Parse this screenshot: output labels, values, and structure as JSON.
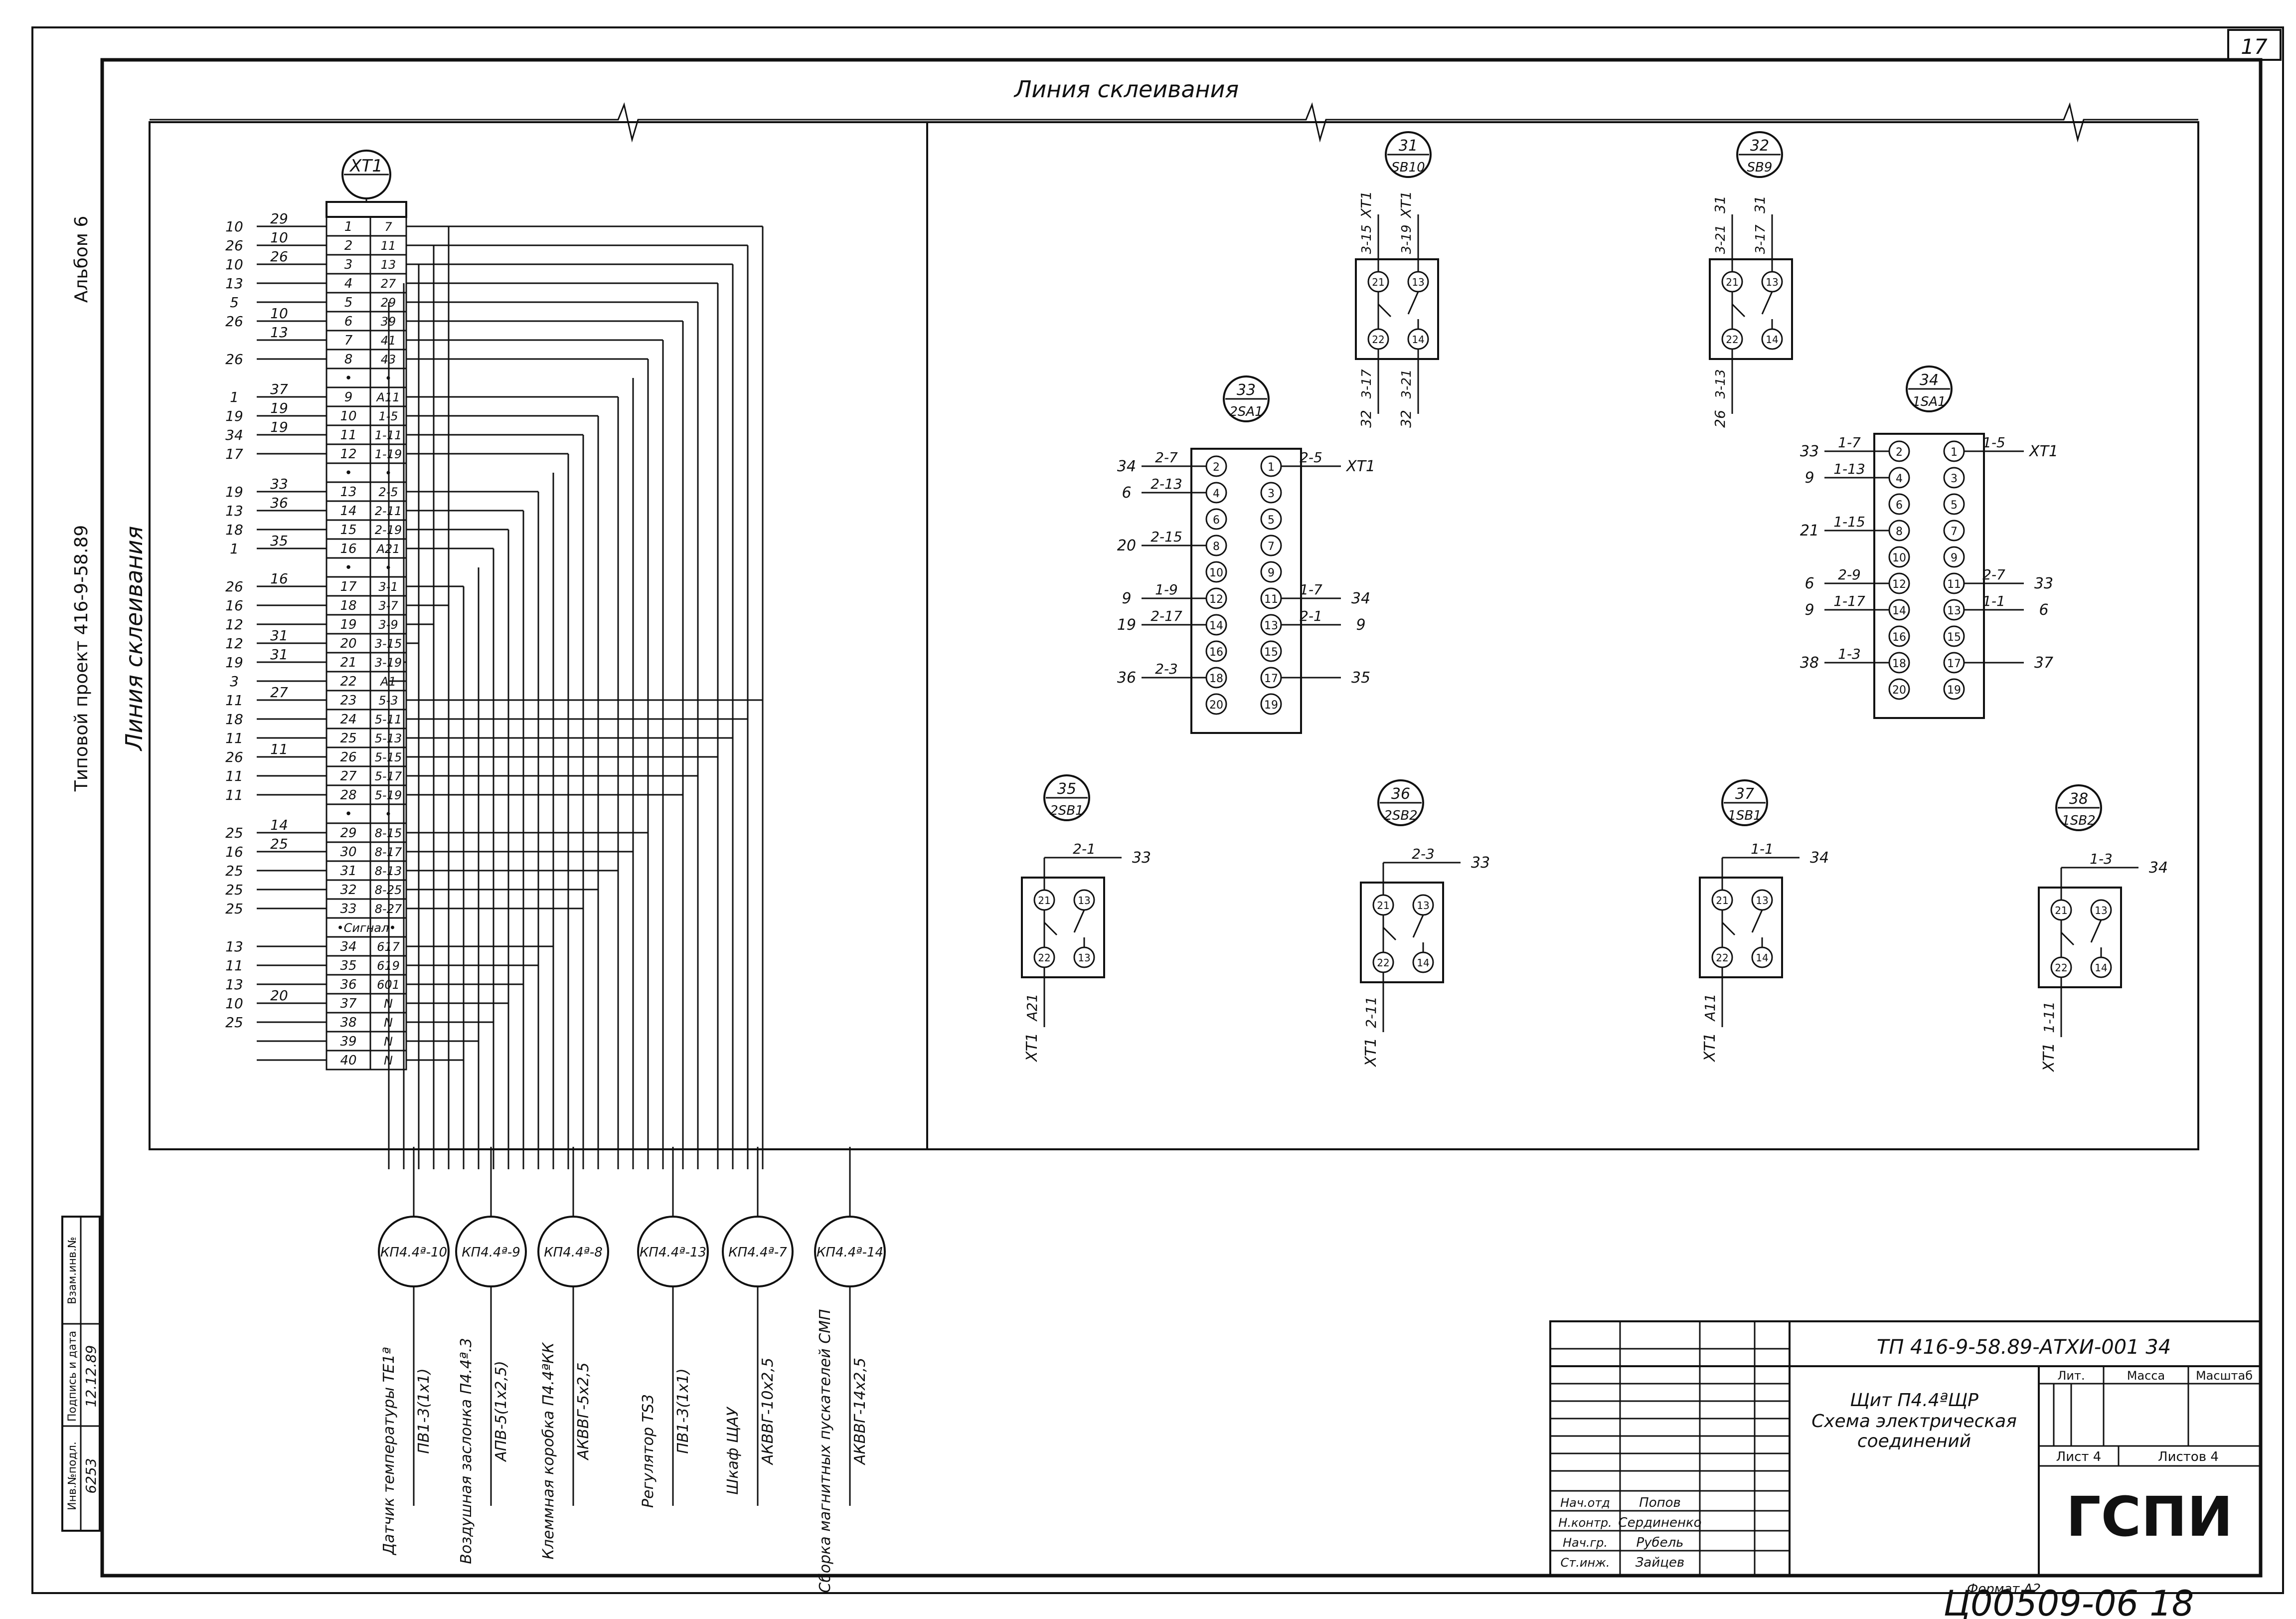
{
  "sheet": {
    "page_number": "17",
    "album": "Альбом 6",
    "project": "Типовой проект 416-9-58.89",
    "glue_line": "Линия склеивания",
    "format": "Формат А2",
    "inventory": "Ц00509-06  18"
  },
  "stamp_left": {
    "inv_label": "Инв.№подл.",
    "sign_label": "Подпись и дата",
    "vzam_label": "Взам.инв.№",
    "inv_value": "6253",
    "date_value": "12.12.89"
  },
  "title_block": {
    "code": "ТП 416-9-58.89-АТХИ-001 34",
    "title": "Щит П4.4ªЩР",
    "subtitle_1": "Схема электрическая",
    "subtitle_2": "соединений",
    "lit": "Лит.",
    "mass": "Масса",
    "scale": "Масштаб",
    "sheet": "Лист 4",
    "sheets": "Листов 4",
    "org": "ГСПИ",
    "roles": [
      {
        "role": "Нач.отд",
        "name": "Попов"
      },
      {
        "role": "Н.контр.",
        "name": "Сердиненко"
      },
      {
        "role": "Нач.гр.",
        "name": "Рубель"
      },
      {
        "role": "Ст.инж.",
        "name": "Зайцев"
      }
    ]
  },
  "terminal_block": {
    "tag": "XT1",
    "rows": [
      {
        "n": "1",
        "r": "7",
        "ext": "29",
        "far": "10"
      },
      {
        "n": "2",
        "r": "11",
        "ext": "10",
        "far": "26"
      },
      {
        "n": "3",
        "r": "13",
        "ext": "26",
        "far": "10"
      },
      {
        "n": "4",
        "r": "27",
        "ext": "",
        "far": "13"
      },
      {
        "n": "5",
        "r": "29",
        "ext": "",
        "far": "5"
      },
      {
        "n": "6",
        "r": "39",
        "ext": "10",
        "far": "26"
      },
      {
        "n": "7",
        "r": "41",
        "ext": "13",
        "far": ""
      },
      {
        "n": "8",
        "r": "43",
        "ext": "",
        "far": "26"
      },
      {
        "n": "•",
        "r": "•",
        "ext": "",
        "far": ""
      },
      {
        "n": "9",
        "r": "А11",
        "ext": "37",
        "far": "1"
      },
      {
        "n": "10",
        "r": "1-5",
        "ext": "19",
        "far": "19"
      },
      {
        "n": "11",
        "r": "1-11",
        "ext": "19",
        "far": "34"
      },
      {
        "n": "12",
        "r": "1-19",
        "ext": "",
        "far": "17"
      },
      {
        "n": "•",
        "r": "•",
        "ext": "",
        "far": ""
      },
      {
        "n": "13",
        "r": "2-5",
        "ext": "33",
        "far": "19"
      },
      {
        "n": "14",
        "r": "2-11",
        "ext": "36",
        "far": "13"
      },
      {
        "n": "15",
        "r": "2-19",
        "ext": "",
        "far": "18"
      },
      {
        "n": "16",
        "r": "А21",
        "ext": "35",
        "far": "1"
      },
      {
        "n": "•",
        "r": "•",
        "ext": "",
        "far": ""
      },
      {
        "n": "17",
        "r": "3-1",
        "ext": "16",
        "far": "26"
      },
      {
        "n": "18",
        "r": "3-7",
        "ext": "",
        "far": "16"
      },
      {
        "n": "19",
        "r": "3-9",
        "ext": "",
        "far": "12"
      },
      {
        "n": "20",
        "r": "3-15",
        "ext": "31",
        "far": "12"
      },
      {
        "n": "21",
        "r": "3-19",
        "ext": "31",
        "far": "19"
      },
      {
        "n": "22",
        "r": "А1",
        "ext": "",
        "far": "3"
      },
      {
        "n": "23",
        "r": "5-3",
        "ext": "27",
        "far": "11"
      },
      {
        "n": "24",
        "r": "5-11",
        "ext": "",
        "far": "18"
      },
      {
        "n": "25",
        "r": "5-13",
        "ext": "",
        "far": "11"
      },
      {
        "n": "26",
        "r": "5-15",
        "ext": "11",
        "far": "26"
      },
      {
        "n": "27",
        "r": "5-17",
        "ext": "",
        "far": "11"
      },
      {
        "n": "28",
        "r": "5-19",
        "ext": "",
        "far": "11"
      },
      {
        "n": "•",
        "r": "•",
        "ext": "",
        "far": ""
      },
      {
        "n": "29",
        "r": "8-15",
        "ext": "14",
        "far": "25"
      },
      {
        "n": "30",
        "r": "8-17",
        "ext": "25",
        "far": "16"
      },
      {
        "n": "31",
        "r": "8-13",
        "ext": "",
        "far": "25"
      },
      {
        "n": "32",
        "r": "8-25",
        "ext": "",
        "far": "25"
      },
      {
        "n": "33",
        "r": "8-27",
        "ext": "",
        "far": "25"
      },
      {
        "n": "•Сигнал•",
        "r": "",
        "ext": "",
        "far": ""
      },
      {
        "n": "34",
        "r": "617",
        "ext": "",
        "far": "13"
      },
      {
        "n": "35",
        "r": "619",
        "ext": "",
        "far": "11"
      },
      {
        "n": "36",
        "r": "601",
        "ext": "",
        "far": "13"
      },
      {
        "n": "37",
        "r": "N",
        "ext": "20",
        "far": "10"
      },
      {
        "n": "38",
        "r": "N",
        "ext": "",
        "far": "25"
      },
      {
        "n": "39",
        "r": "N",
        "ext": "",
        "far": ""
      },
      {
        "n": "40",
        "r": "N",
        "ext": "",
        "far": ""
      }
    ]
  },
  "switches": [
    {
      "num": "33",
      "tag": "2SA1",
      "left": [
        "2",
        "4",
        "6",
        "8",
        "10",
        "12",
        "14",
        "16",
        "18",
        "20"
      ],
      "right": [
        "1",
        "3",
        "5",
        "7",
        "9",
        "11",
        "13",
        "15",
        "17",
        "19"
      ],
      "lwire": [
        "2-7",
        "2-13",
        "",
        "2-15",
        "",
        "1-9",
        "2-17",
        "",
        "2-3",
        ""
      ],
      "lfar": [
        "34",
        "6",
        "",
        "20",
        "",
        "9",
        "19",
        "",
        "36",
        ""
      ],
      "rwire": [
        "2-5",
        "",
        "",
        "",
        "",
        "1-7",
        "2-1",
        "",
        "",
        ""
      ],
      "rfar": [
        "XT1",
        "",
        "",
        "",
        "",
        "34",
        "9",
        "",
        "35",
        ""
      ]
    },
    {
      "num": "34",
      "tag": "1SA1",
      "left": [
        "2",
        "4",
        "6",
        "8",
        "10",
        "12",
        "14",
        "16",
        "18",
        "20"
      ],
      "right": [
        "1",
        "3",
        "5",
        "7",
        "9",
        "11",
        "13",
        "15",
        "17",
        "19"
      ],
      "lwire": [
        "1-7",
        "1-13",
        "",
        "1-15",
        "",
        "2-9",
        "1-17",
        "",
        "1-3",
        ""
      ],
      "lfar": [
        "33",
        "9",
        "",
        "21",
        "",
        "6",
        "9",
        "",
        "38",
        ""
      ],
      "rwire": [
        "1-5",
        "",
        "",
        "",
        "",
        "2-7",
        "1-1",
        "",
        "",
        ""
      ],
      "rfar": [
        "XT1",
        "",
        "",
        "",
        "",
        "33",
        "6",
        "",
        "37",
        ""
      ]
    }
  ],
  "buttons": [
    {
      "num": "31",
      "tag": "SB10",
      "w_top_left": "3-15",
      "w_top_left_far": "XT1",
      "w_top_right": "3-19",
      "w_top_right_far": "XT1",
      "w_bot_left": "3-17",
      "w_bot_left_far": "32",
      "w_bot_right": "3-21",
      "w_bot_right_far": "32",
      "c": [
        "21",
        "13",
        "22",
        "14"
      ]
    },
    {
      "num": "32",
      "tag": "SB9",
      "w_top_left": "3-21",
      "w_top_left_far": "31",
      "w_top_right": "3-17",
      "w_top_right_far": "31",
      "w_bot_left": "3-13",
      "w_bot_left_far": "26",
      "w_bot_right": "",
      "w_bot_right_far": "",
      "c": [
        "21",
        "13",
        "22",
        "14"
      ]
    },
    {
      "num": "35",
      "tag": "2SB1",
      "w1": "2-1",
      "w1_far": "33",
      "w2": "А21",
      "w2_far": "XT1",
      "c": [
        "21",
        "13",
        "22",
        "13"
      ]
    },
    {
      "num": "36",
      "tag": "2SB2",
      "w1": "2-3",
      "w1_far": "33",
      "w2": "2-11",
      "w2_far": "XT1",
      "c": [
        "21",
        "13",
        "22",
        "14"
      ]
    },
    {
      "num": "37",
      "tag": "1SB1",
      "w1": "1-1",
      "w1_far": "34",
      "w2": "А11",
      "w2_far": "XT1",
      "c": [
        "21",
        "13",
        "22",
        "14"
      ]
    },
    {
      "num": "38",
      "tag": "1SB2",
      "w1": "1-3",
      "w1_far": "34",
      "w2": "1-11",
      "w2_far": "XT1",
      "c": [
        "21",
        "13",
        "22",
        "14"
      ]
    }
  ],
  "cables": [
    {
      "tag": "КП4.4ª-10",
      "dest": "Датчик температуры ТЕ1ª",
      "cable": "ПВ1-3(1х1)"
    },
    {
      "tag": "КП4.4ª-9",
      "dest": "Воздушная заслонка П4.4ª.3",
      "cable": "АПВ-5(1х2,5)"
    },
    {
      "tag": "КП4.4ª-8",
      "dest": "Клеммная коробка П4.4ªКК",
      "cable": "АКВВГ-5х2,5"
    },
    {
      "tag": "КП4.4ª-13",
      "dest": "Регулятор ТS3",
      "cable": "ПВ1-3(1х1)"
    },
    {
      "tag": "КП4.4ª-7",
      "dest": "Шкаф ЩАУ",
      "cable": "АКВВГ-10х2,5"
    },
    {
      "tag": "КП4.4ª-14",
      "dest": "Сборка магнитных пускателей СМП",
      "cable": "АКВВГ-14х2,5"
    }
  ]
}
